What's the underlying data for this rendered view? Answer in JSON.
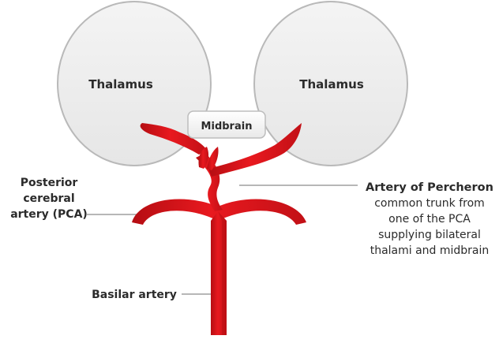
{
  "diagram": {
    "thalamus_left_label": "Thalamus",
    "thalamus_right_label": "Thalamus",
    "midbrain_label": "Midbrain",
    "pca_label_lines": [
      "Posterior",
      "cerebral",
      "artery (PCA)"
    ],
    "percheron_title": "Artery of Percheron",
    "percheron_desc_lines": [
      "common trunk from",
      "one of the PCA",
      "supplying bilateral",
      "thalami and midbrain"
    ],
    "basilar_label": "Basilar artery"
  },
  "colors": {
    "artery_red": "#e0161c",
    "artery_dark": "#b50d12",
    "thalamus_fill": "#efefef",
    "thalamus_stroke": "#b9b9b9",
    "text": "#2b2b2b",
    "leader_line": "#8c8c8c"
  }
}
